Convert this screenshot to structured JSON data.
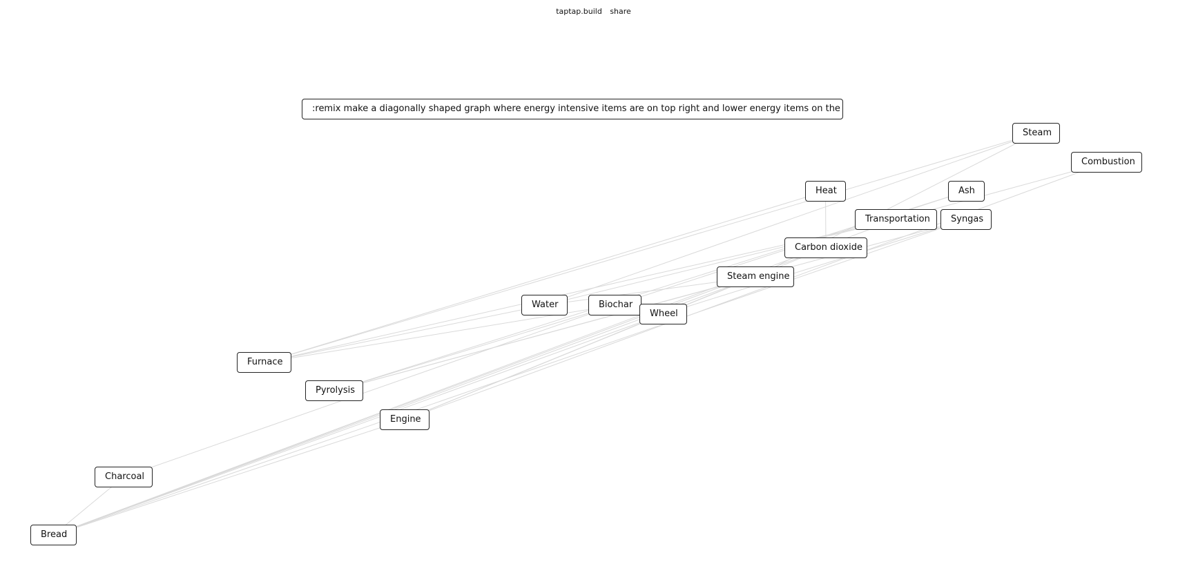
{
  "topbar": {
    "brand": "taptap.build",
    "share_label": "share"
  },
  "prompt": {
    "text": ":remix make a diagonally shaped graph where energy intensive items are on top right and lower energy items on the bottom left"
  },
  "nodes": [
    {
      "id": "steam",
      "label": "Steam"
    },
    {
      "id": "combustion",
      "label": "Combustion"
    },
    {
      "id": "heat",
      "label": "Heat"
    },
    {
      "id": "ash",
      "label": "Ash"
    },
    {
      "id": "transportation",
      "label": "Transportation"
    },
    {
      "id": "syngas",
      "label": "Syngas"
    },
    {
      "id": "carbon-dioxide",
      "label": "Carbon dioxide"
    },
    {
      "id": "steam-engine",
      "label": "Steam engine"
    },
    {
      "id": "water",
      "label": "Water"
    },
    {
      "id": "biochar",
      "label": "Biochar"
    },
    {
      "id": "wheel",
      "label": "Wheel"
    },
    {
      "id": "furnace",
      "label": "Furnace"
    },
    {
      "id": "pyrolysis",
      "label": "Pyrolysis"
    },
    {
      "id": "engine",
      "label": "Engine"
    },
    {
      "id": "charcoal",
      "label": "Charcoal"
    },
    {
      "id": "bread",
      "label": "Bread"
    }
  ],
  "edges": [
    [
      "steam",
      "water"
    ],
    [
      "steam",
      "furnace"
    ],
    [
      "steam",
      "steam-engine"
    ],
    [
      "combustion",
      "transportation"
    ],
    [
      "combustion",
      "engine"
    ],
    [
      "heat",
      "carbon-dioxide"
    ],
    [
      "heat",
      "furnace"
    ],
    [
      "ash",
      "biochar"
    ],
    [
      "ash",
      "pyrolysis"
    ],
    [
      "transportation",
      "water"
    ],
    [
      "transportation",
      "furnace"
    ],
    [
      "transportation",
      "bread"
    ],
    [
      "syngas",
      "wheel"
    ],
    [
      "syngas",
      "pyrolysis"
    ],
    [
      "syngas",
      "bread"
    ],
    [
      "carbon-dioxide",
      "wheel"
    ],
    [
      "carbon-dioxide",
      "bread"
    ],
    [
      "steam-engine",
      "water"
    ],
    [
      "steam-engine",
      "pyrolysis"
    ],
    [
      "steam-engine",
      "engine"
    ],
    [
      "steam-engine",
      "bread"
    ],
    [
      "water",
      "furnace"
    ],
    [
      "biochar",
      "pyrolysis"
    ],
    [
      "biochar",
      "charcoal"
    ],
    [
      "wheel",
      "engine"
    ],
    [
      "wheel",
      "bread"
    ],
    [
      "furnace",
      "biochar"
    ],
    [
      "charcoal",
      "bread"
    ],
    [
      "engine",
      "bread"
    ]
  ]
}
